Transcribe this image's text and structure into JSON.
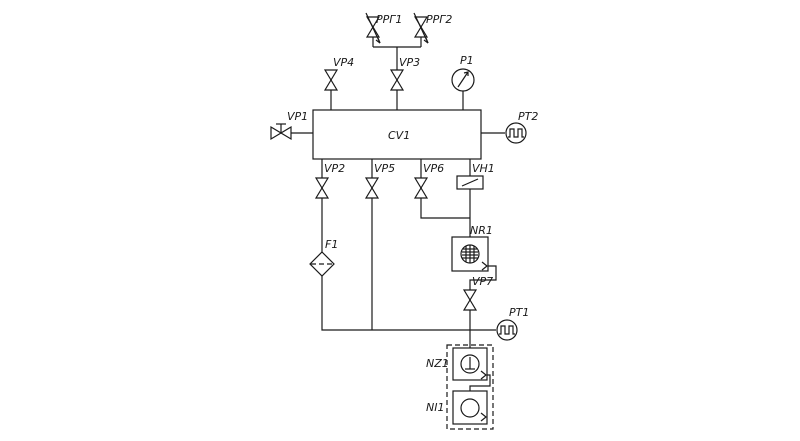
{
  "labels": {
    "chamber": "CV1",
    "rrg1": "РРГ1",
    "rrg2": "РРГ2",
    "vp1": "VP1",
    "vp2": "VP2",
    "vp3": "VP3",
    "vp4": "VP4",
    "vp5": "VP5",
    "vp6": "VP6",
    "vp7": "VP7",
    "vh1": "VH1",
    "p1": "P1",
    "pt1": "PT1",
    "pt2": "PT2",
    "f1": "F1",
    "nr1": "NR1",
    "nz1": "NZ1",
    "ni1": "NI1"
  }
}
